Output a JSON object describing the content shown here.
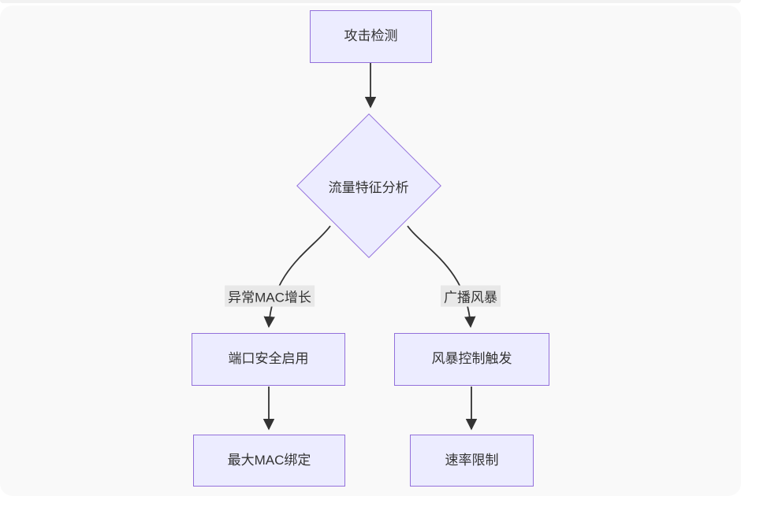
{
  "diagram": {
    "type": "flowchart",
    "direction": "top-down",
    "nodes": {
      "attack": {
        "label": "攻击检测",
        "shape": "rect"
      },
      "analysis": {
        "label": "流量特征分析",
        "shape": "diamond"
      },
      "port_security": {
        "label": "端口安全启用",
        "shape": "rect"
      },
      "storm_control": {
        "label": "风暴控制触发",
        "shape": "rect"
      },
      "mac_binding": {
        "label": "最大MAC绑定",
        "shape": "rect"
      },
      "rate_limit": {
        "label": "速率限制",
        "shape": "rect"
      }
    },
    "edge_labels": {
      "mac_growth": "异常MAC增长",
      "broadcast_storm": "广播风暴"
    },
    "edges": [
      {
        "from": "攻击检测",
        "to": "流量特征分析",
        "label": ""
      },
      {
        "from": "流量特征分析",
        "to": "端口安全启用",
        "label": "异常MAC增长"
      },
      {
        "from": "流量特征分析",
        "to": "风暴控制触发",
        "label": "广播风暴"
      },
      {
        "from": "端口安全启用",
        "to": "最大MAC绑定",
        "label": ""
      },
      {
        "from": "风暴控制触发",
        "to": "速率限制",
        "label": ""
      }
    ],
    "colors": {
      "node_fill": "#ECECFF",
      "node_border": "#9370DB",
      "edge_line": "#333333",
      "edge_label_bg": "#e8e8e8",
      "text": "#333333",
      "canvas_bg": "#f9f9f9"
    }
  }
}
